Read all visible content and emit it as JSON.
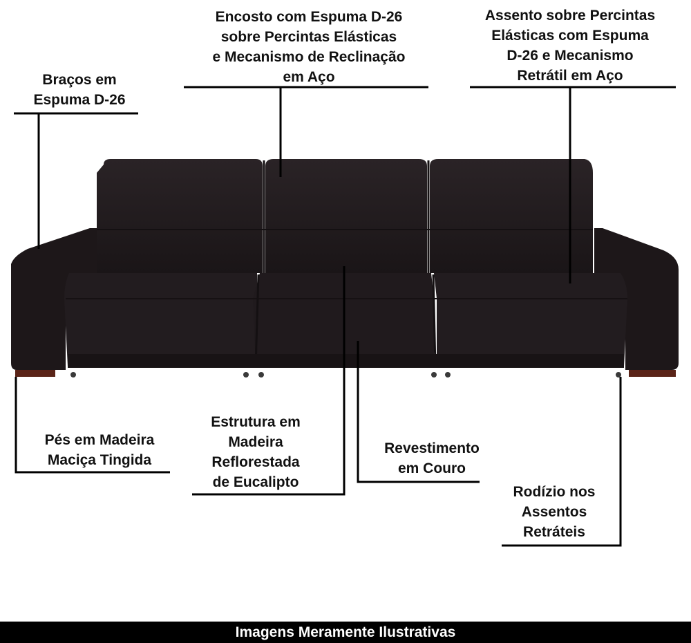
{
  "colors": {
    "sofa": "#201a1d",
    "sofa_shadow": "#141012",
    "sofa_highlight": "#2c2528",
    "feet": "#5a2418",
    "leader_lines": "#000000",
    "footer_bg": "#000000",
    "footer_text": "#ffffff"
  },
  "labels": {
    "arms": [
      "Braços em",
      "Espuma D-26"
    ],
    "backrest": [
      "Encosto com Espuma D-26",
      "sobre Percintas Elásticas",
      "e Mecanismo de Reclinação",
      "em Aço"
    ],
    "seat": [
      "Assento sobre Percintas",
      "Elásticas com Espuma",
      "D-26 e Mecanismo",
      "Retrátil em Aço"
    ],
    "feet": [
      "Pés em Madeira",
      "Maciça Tingida"
    ],
    "structure": [
      "Estrutura em",
      "Madeira",
      "Reflorestada",
      "de Eucalipto"
    ],
    "upholstery": [
      "Revestimento",
      "em Couro"
    ],
    "casters": [
      "Rodízio nos",
      "Assentos",
      "Retráteis"
    ]
  },
  "footer": "Imagens Meramente Ilustrativas"
}
